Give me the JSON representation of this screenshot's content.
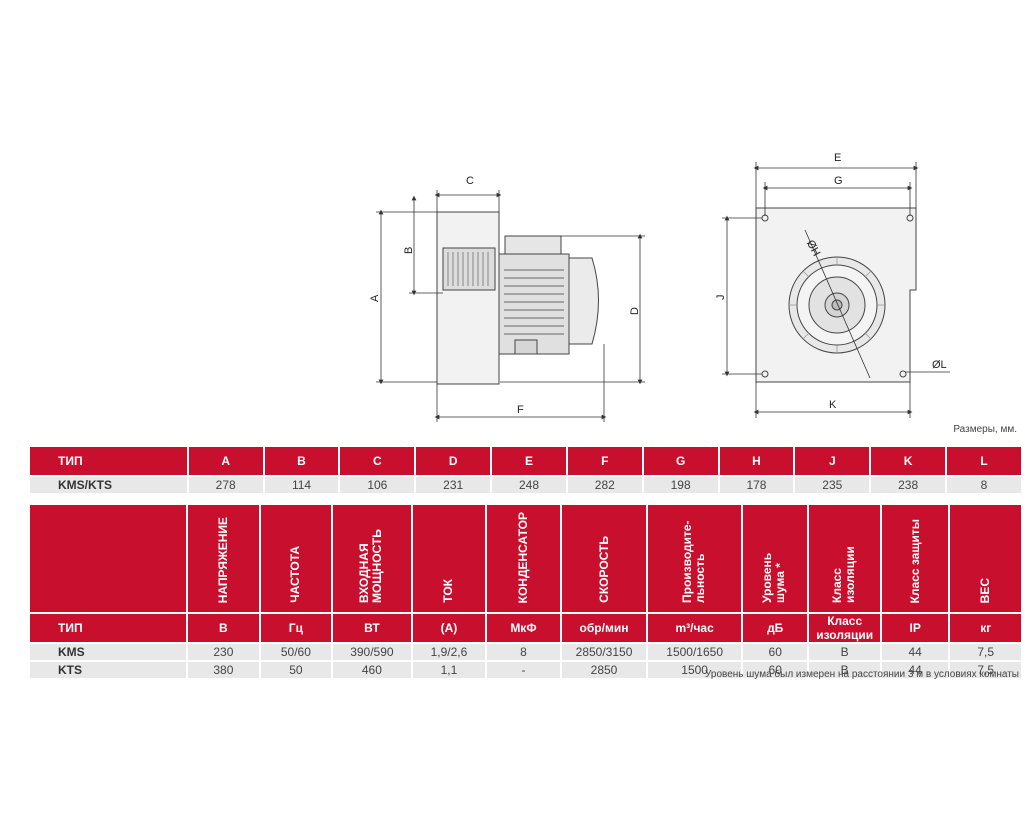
{
  "drawing": {
    "labels": {
      "A": "A",
      "B": "B",
      "C": "C",
      "D": "D",
      "E": "E",
      "F": "F",
      "G": "G",
      "H": "ØH",
      "J": "J",
      "K": "K",
      "L": "ØL"
    }
  },
  "units_note": "Размеры, мм.",
  "dims_table": {
    "headers": [
      "ТИП",
      "A",
      "B",
      "C",
      "D",
      "E",
      "F",
      "G",
      "H",
      "J",
      "K",
      "L"
    ],
    "row": [
      "KMS/KTS",
      "278",
      "114",
      "106",
      "231",
      "248",
      "282",
      "198",
      "178",
      "235",
      "238",
      "8"
    ]
  },
  "params_table": {
    "headers": [
      "НАПРЯЖЕНИЕ",
      "ЧАСТОТА",
      "ВХОДНАЯ МОЩНОСТЬ",
      "ТОК",
      "КОНДЕНСАТОР",
      "СКОРОСТЬ",
      "Производите-льность",
      "Уровень шума *",
      "Класс изоляции",
      "Класс защиты",
      "ВЕС"
    ],
    "units": [
      "ТИП",
      "В",
      "Гц",
      "ВТ",
      "(A)",
      "МкФ",
      "обр/мин",
      "m³/час",
      "дБ",
      "Класс изоляции",
      "IP",
      "кг"
    ],
    "rows": [
      [
        "KMS",
        "230",
        "50/60",
        "390/590",
        "1,9/2,6",
        "8",
        "2850/3150",
        "1500/1650",
        "60",
        "B",
        "44",
        "7,5"
      ],
      [
        "KTS",
        "380",
        "50",
        "460",
        "1,1",
        "-",
        "2850",
        "1500",
        "60",
        "B",
        "44",
        "7,5"
      ]
    ]
  },
  "footnote": "Уровень шума был измерен на расстоянии 3 м в условиях комнаты"
}
